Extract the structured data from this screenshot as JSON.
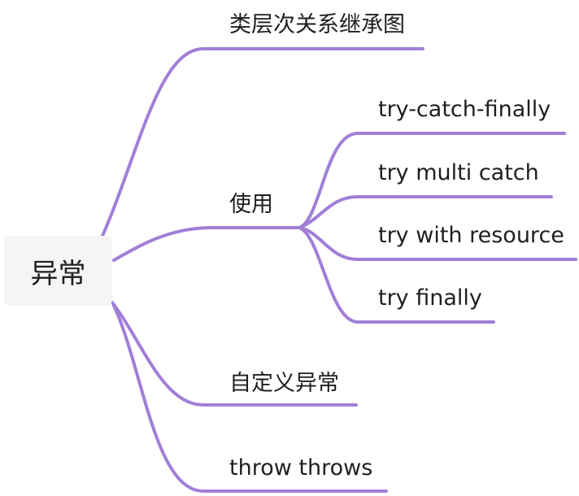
{
  "root": {
    "label": "异常"
  },
  "branches": [
    {
      "label": "类层次关系继承图"
    },
    {
      "label": "使用",
      "children": [
        {
          "label": "try-catch-finally"
        },
        {
          "label": "try multi catch"
        },
        {
          "label": "try with resource"
        },
        {
          "label": "try finally"
        }
      ]
    },
    {
      "label": "自定义异常"
    },
    {
      "label": "throw throws"
    }
  ],
  "colors": {
    "edge": "#a17fd8",
    "root_background": "#f5f5f5",
    "text": "#1f1f1f"
  }
}
